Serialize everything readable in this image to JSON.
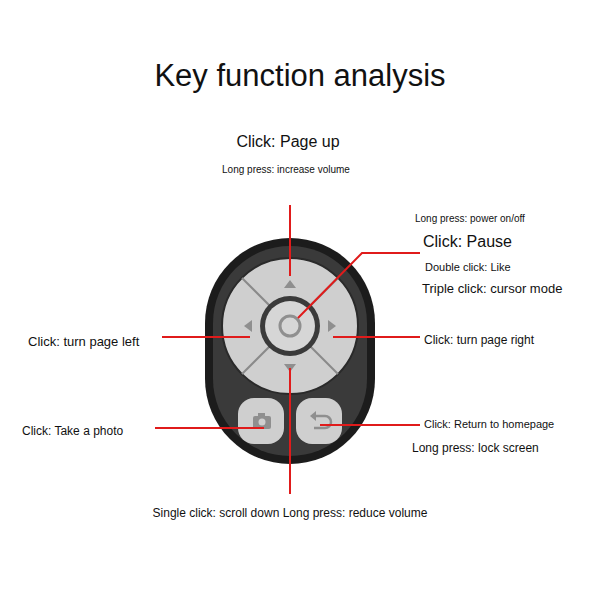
{
  "diagram": {
    "title": "Key function analysis",
    "labels": [
      "Click: Page up",
      "Long press: increase volume",
      "Long press: power on/off",
      "Click: Pause",
      "Double click: Like",
      "Triple click: cursor mode",
      "Click: turn page left",
      "Click: turn page right",
      "Click: Take a photo",
      "Click: Return to homepage",
      "Long press: lock screen",
      "Single click: scroll down Long press: reduce volume"
    ]
  }
}
